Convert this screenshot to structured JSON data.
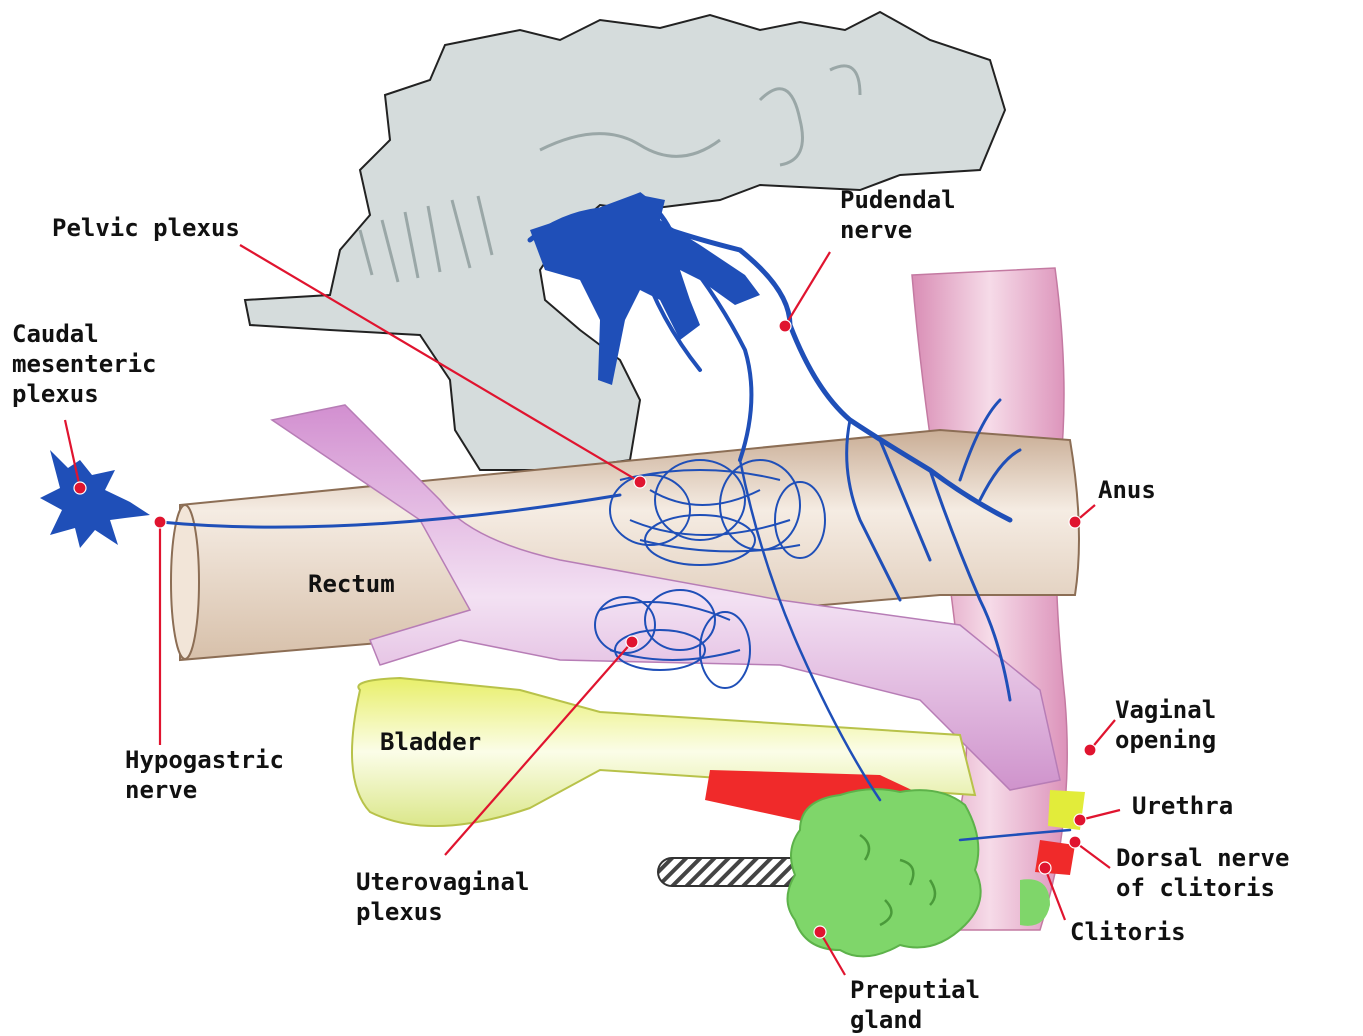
{
  "labels": {
    "pelvic_plexus": "Pelvic plexus",
    "pudendal_nerve": [
      "Pudendal",
      "nerve"
    ],
    "caudal_mesenteric_plexus": [
      "Caudal",
      "mesenteric",
      "plexus"
    ],
    "anus": "Anus",
    "rectum": "Rectum",
    "bladder": "Bladder",
    "hypogastric_nerve": [
      "Hypogastric",
      "nerve"
    ],
    "uterovaginal_plexus": [
      "Uterovaginal",
      "plexus"
    ],
    "vaginal_opening": [
      "Vaginal",
      "opening"
    ],
    "urethra": "Urethra",
    "dorsal_nerve_of_clitoris": [
      "Dorsal nerve",
      "of clitoris"
    ],
    "clitoris": "Clitoris",
    "preputial_gland": [
      "Preputial",
      "gland"
    ]
  },
  "colors": {
    "nerve": "#1f4fb8",
    "leader": "#e0142f",
    "spinal_cord": "#d5dcdc",
    "rectum": "#e8d8c8",
    "uterus": "#d9a0d6",
    "bladder": "#eef3a8",
    "preputial_gland": "#7fd66a",
    "clitoris": "#f02a2a",
    "muscle": "#e6a9c4"
  }
}
